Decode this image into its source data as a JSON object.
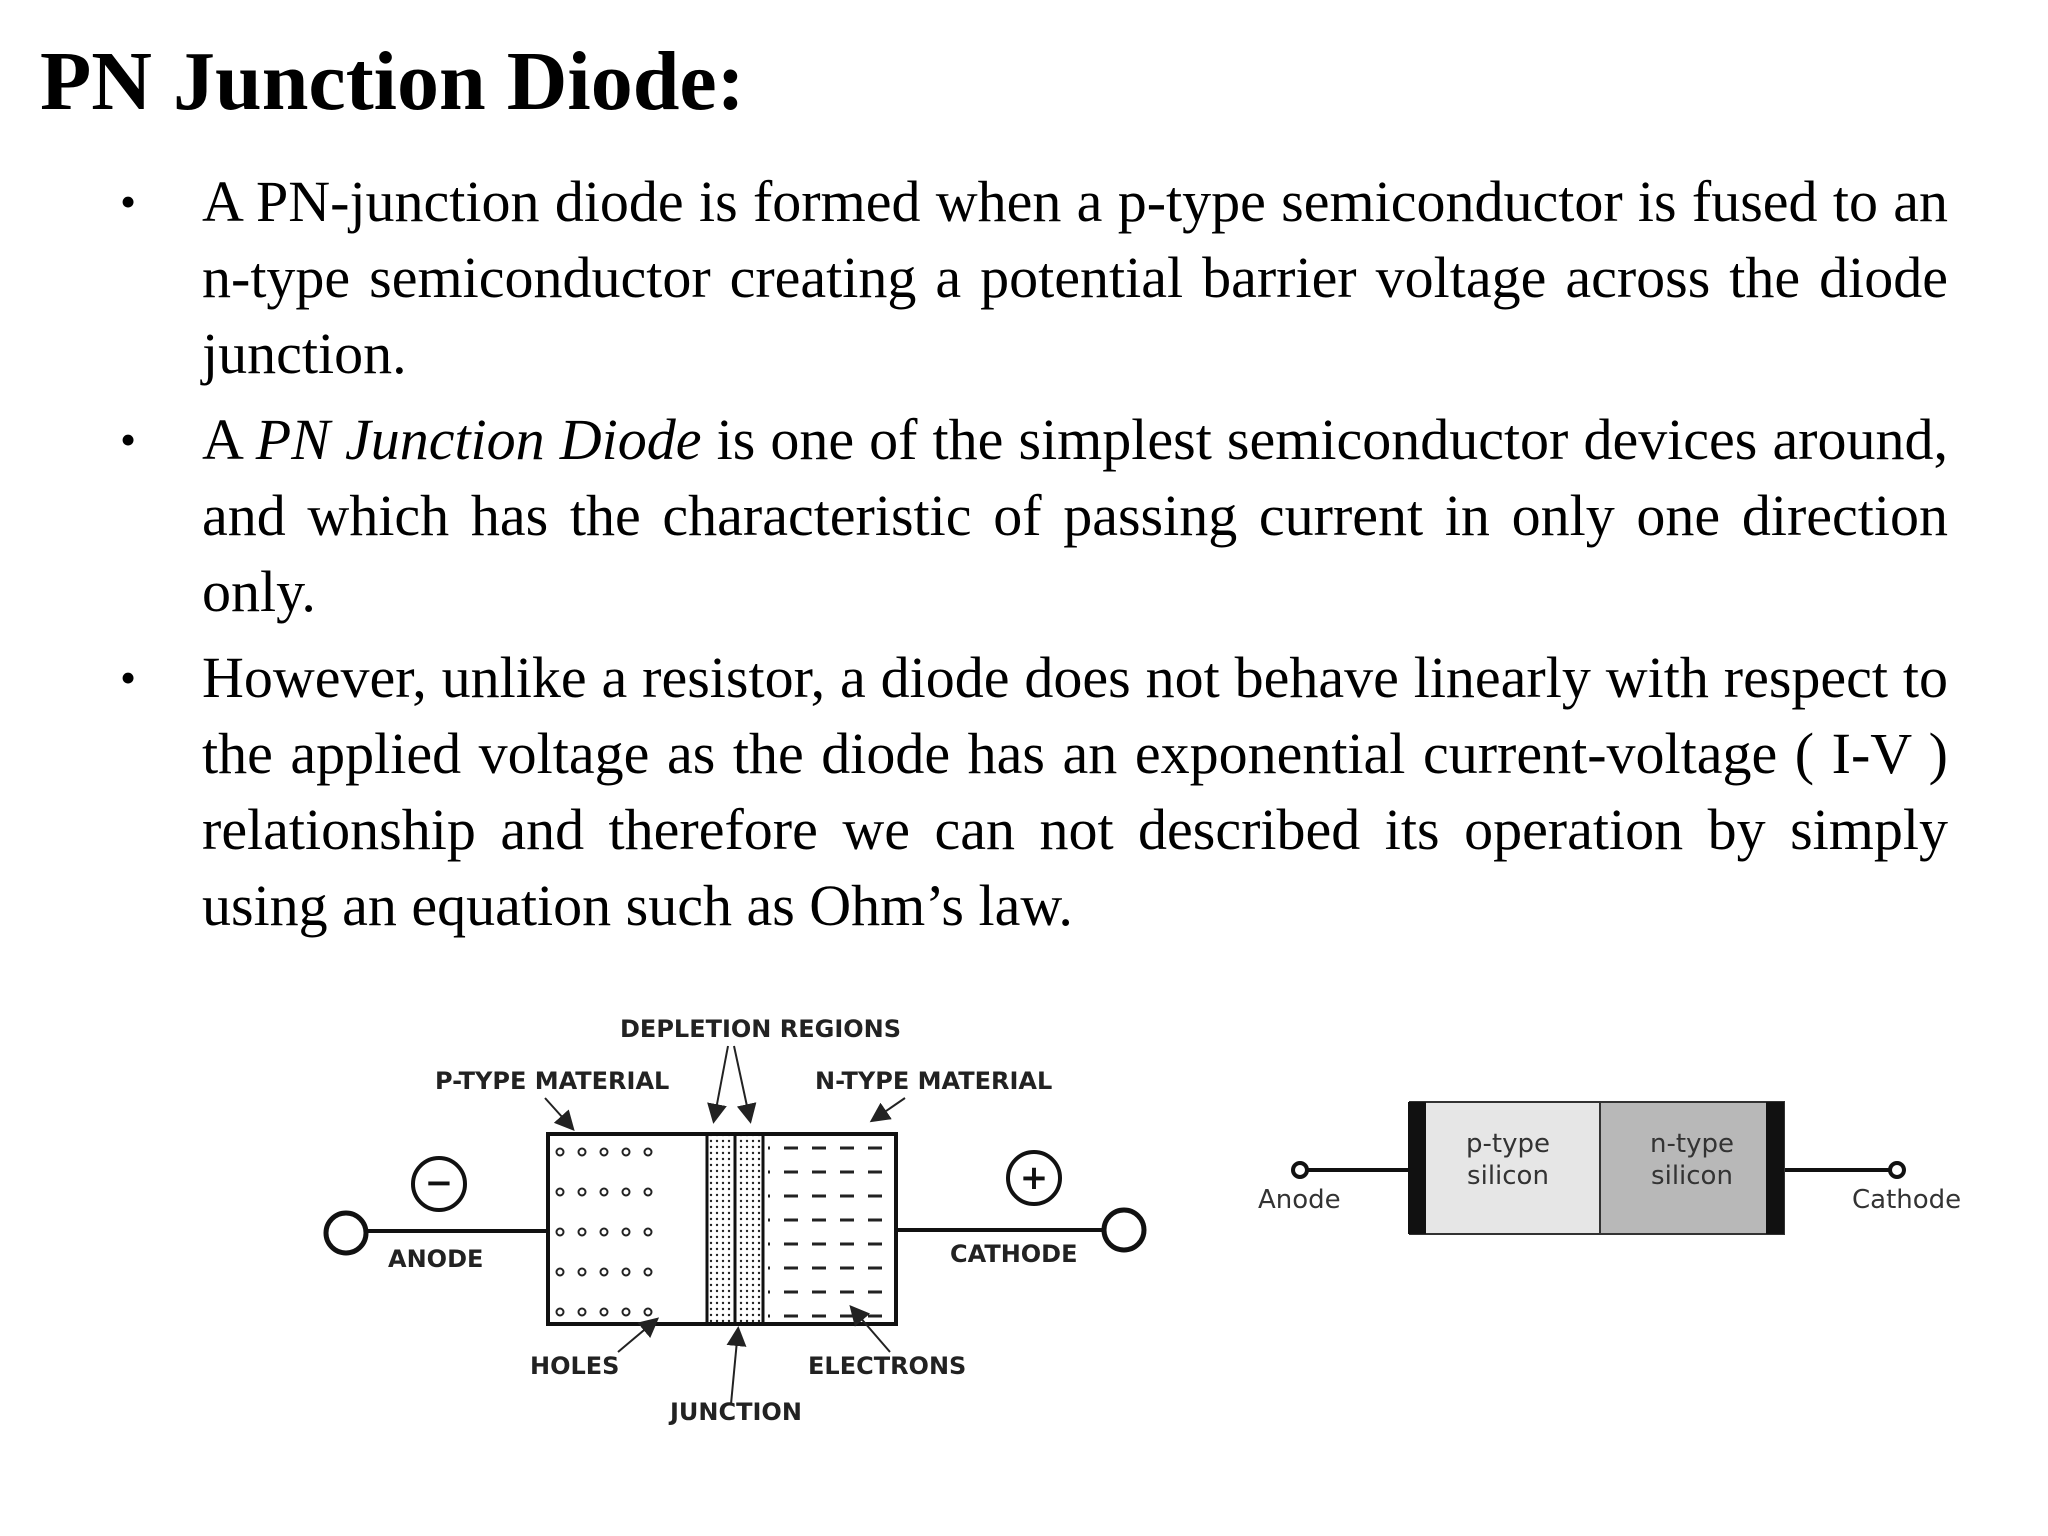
{
  "title": "PN Junction Diode:",
  "bullets": [
    {
      "before": "A PN-junction diode is formed when a p-type semiconductor is fused to an n-type semiconductor creating a potential barrier voltage across the diode junction.",
      "emphasis": "",
      "after": ""
    },
    {
      "before": "A ",
      "emphasis": "PN Junction Diode",
      "after": " is one of the simplest semiconductor devices around, and which has the characteristic of passing current in only one direction only."
    },
    {
      "before": "However, unlike a resistor, a diode does not behave linearly with respect to the applied voltage as the diode has an exponential current-voltage ( I-V ) relationship and therefore we can not described its operation by simply using an equation such as Ohm’s law.",
      "emphasis": "",
      "after": ""
    }
  ],
  "pn_diagram": {
    "depletion_regions": "DEPLETION REGIONS",
    "p_type_material": "P-TYPE MATERIAL",
    "n_type_material": "N-TYPE MATERIAL",
    "anode": "ANODE",
    "cathode": "CATHODE",
    "holes": "HOLES",
    "junction": "JUNCTION",
    "electrons": "ELECTRONS",
    "minus_sign": "−",
    "plus_sign": "+"
  },
  "diode_diagram": {
    "anode": "Anode",
    "cathode": "Cathode",
    "p_type_line1": "p-type",
    "p_type_line2": "silicon",
    "n_type_line1": "n-type",
    "n_type_line2": "silicon"
  },
  "colors": {
    "p_block": "#e6e6e6",
    "n_block": "#b8b8b8",
    "end_band": "#111111"
  }
}
